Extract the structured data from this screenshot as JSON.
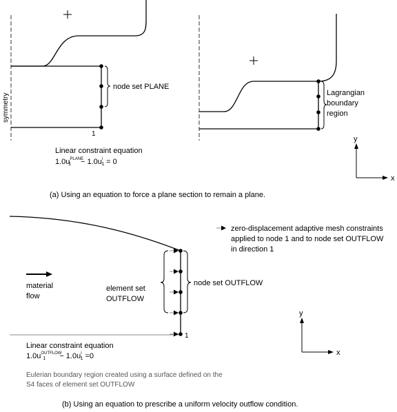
{
  "panel_a": {
    "symmetry_label": "symmetry",
    "node_label": "1",
    "node_set_label": "node set PLANE",
    "constraint_title": "Linear constraint equation",
    "eq": {
      "coef1": "1.0u",
      "sub1": "1",
      "sup1": "PLANE",
      "minus": "− 1.0u",
      "sub2": "1",
      "sup2": "i",
      "rhs": "= 0"
    },
    "lagrangian_label_lines": [
      "Lagrangian",
      "boundary",
      "region"
    ],
    "axis_x": "x",
    "axis_y": "y",
    "caption": "(a) Using an equation to force a plane section to remain a plane."
  },
  "panel_b": {
    "legend_text_lines": [
      "zero-displacement adaptive mesh constraints",
      "applied to node 1 and to node set OUTFLOW",
      "in direction 1"
    ],
    "material_flow_lines": [
      "material",
      "flow"
    ],
    "element_set_lines": [
      "element set",
      "OUTFLOW"
    ],
    "node_set_label": "node set OUTFLOW",
    "node_label": "1",
    "constraint_title": "Linear constraint equation",
    "eq": {
      "coef1": "1.0u",
      "sub1": "1",
      "sup1": "OUTFLOW",
      "minus": "− 1.0u",
      "sub2": "1",
      "sup2": "i",
      "rhs": "=0"
    },
    "eulerian_lines": [
      "Eulerian boundary region created using a surface defined on the",
      "S4 faces of element set OUTFLOW"
    ],
    "axis_x": "x",
    "axis_y": "y",
    "caption": "(b) Using an equation to prescribe a uniform velocity outflow condition."
  }
}
